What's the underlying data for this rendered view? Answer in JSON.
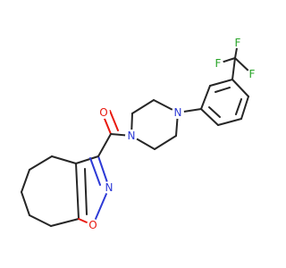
{
  "molecule": {
    "atoms": {
      "carbonyl_oxygen": "O",
      "piperazine_n1": "N",
      "piperazine_n4": "N",
      "isoxazole_n": "N",
      "isoxazole_o": "O",
      "fluorine_1": "F",
      "fluorine_2": "F",
      "fluorine_3": "F"
    },
    "colors": {
      "bond": "#262626",
      "oxygen": "#e8190f",
      "nitrogen": "#2d3ad6",
      "fluorine": "#28a428"
    }
  }
}
